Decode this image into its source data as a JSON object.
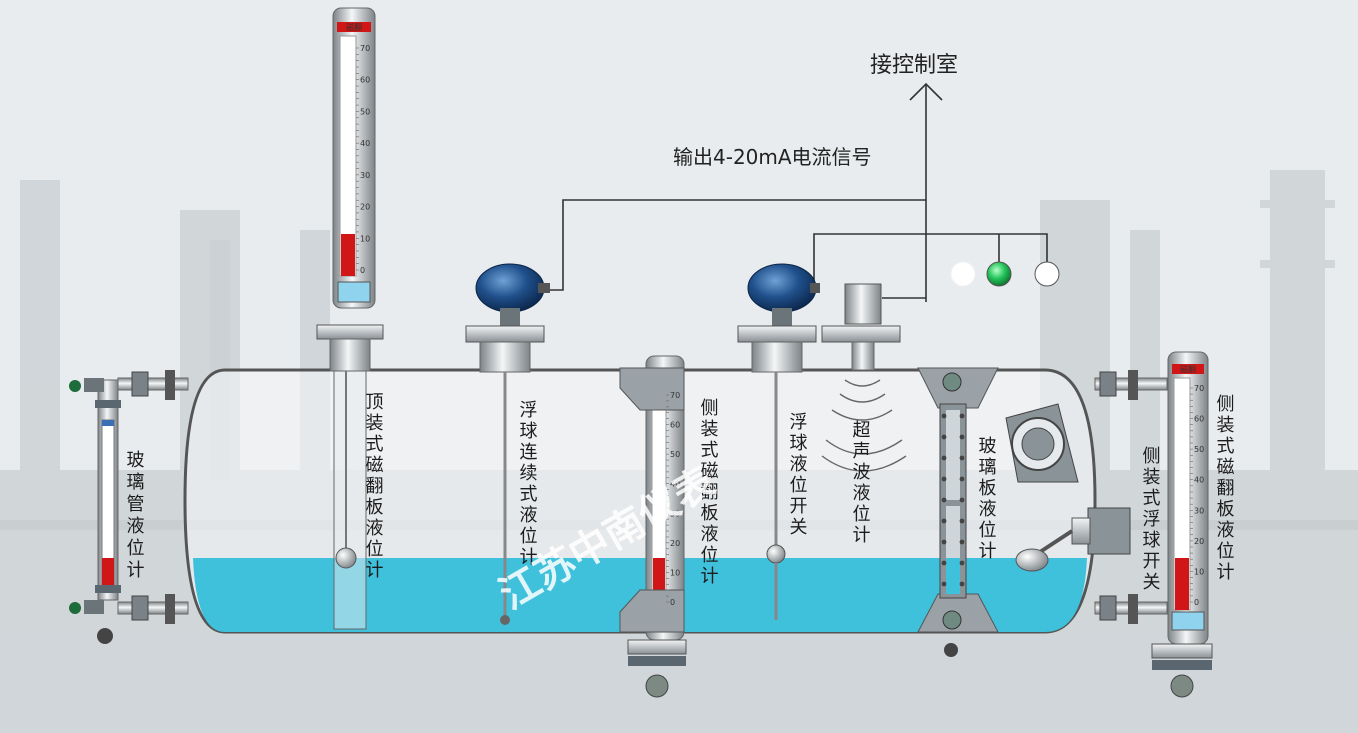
{
  "labels": {
    "control_room": "接控制室",
    "signal_output": "输出4-20mA电流信号",
    "top_magnetic": "顶装式磁翻板液位计",
    "float_continuous": "浮球连续式液位计",
    "side_magnetic_center": "侧装式磁翻板液位计",
    "float_switch": "浮球液位开关",
    "ultrasonic": "超声波液位计",
    "glass_plate": "玻璃板液位计",
    "glass_tube": "玻璃管液位计",
    "side_float_switch": "侧装式浮球开关",
    "side_magnetic_right": "侧装式磁翻板液位计"
  },
  "watermark": "江苏中南仪表",
  "gauge_header": "磁翻",
  "gauge_scale": [
    "70",
    "60",
    "50",
    "40",
    "30",
    "20",
    "10",
    "0"
  ],
  "indicators": [
    {
      "name": "indicator-light-off",
      "color": "#ffffff"
    },
    {
      "name": "indicator-light-green",
      "color": "#22c35a"
    },
    {
      "name": "indicator-light-white",
      "color": "#ffffff"
    }
  ],
  "colors": {
    "liquid": "#3fc1dc",
    "gauge_red": "#d01616",
    "tank_outline": "#555555",
    "transmitter_blue": "#1f4f8a"
  }
}
